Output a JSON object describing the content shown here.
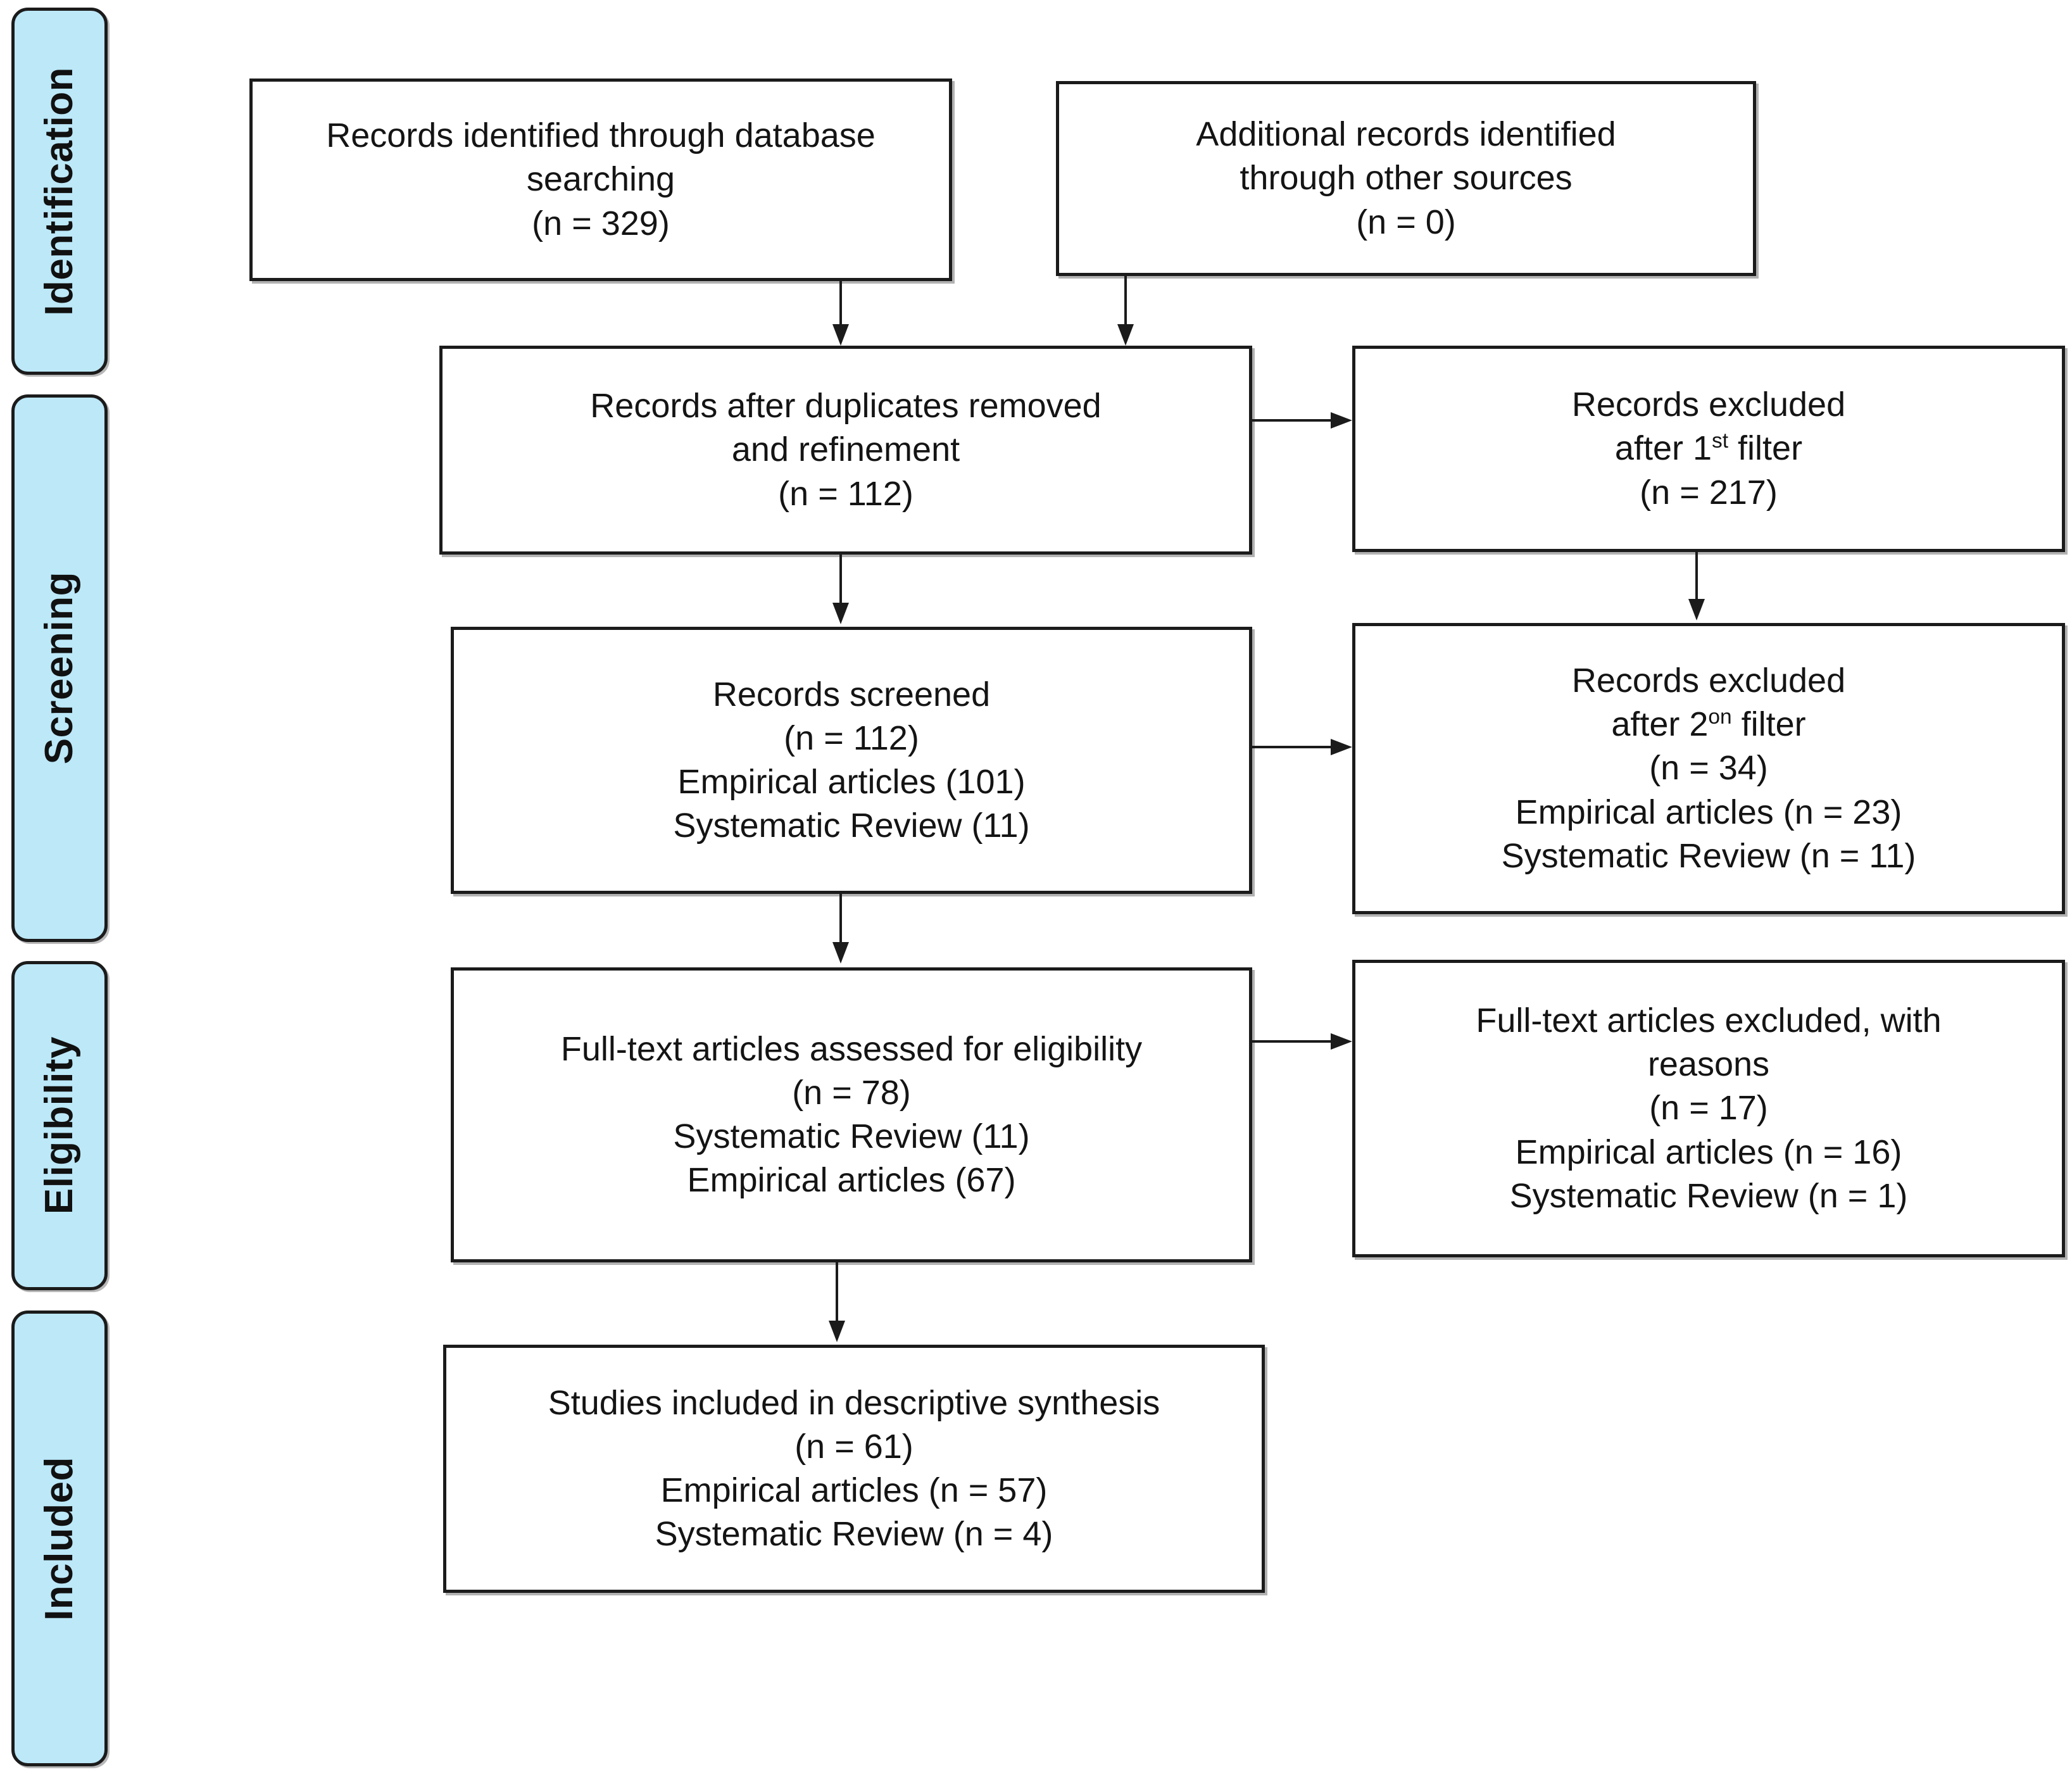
{
  "diagram": {
    "title": "PRISMA flow diagram",
    "type": "flowchart",
    "accent_color": "#bce8f8",
    "border_color": "#1b1b1b",
    "text_color": "#141414",
    "background_color": "#ffffff"
  },
  "phases": [
    {
      "id": "identification",
      "label": "Identification"
    },
    {
      "id": "screening",
      "label": "Screening"
    },
    {
      "id": "eligibility",
      "label": "Eligibility"
    },
    {
      "id": "included",
      "label": "Included"
    }
  ],
  "nodes": {
    "db_search": {
      "id": "records-identified-database",
      "lines": [
        "Records identified through database",
        "searching",
        "(n = 329)"
      ]
    },
    "other_sources": {
      "id": "additional-records-other-sources",
      "lines": [
        "Additional records identified",
        "through other sources",
        "(n = 0)"
      ]
    },
    "after_duplicates": {
      "id": "records-after-duplicates",
      "lines": [
        "Records after duplicates removed",
        "and refinement",
        "(n = 112)"
      ]
    },
    "excluded_first": {
      "id": "records-excluded-first-filter",
      "lines_html": [
        "Records excluded",
        "after 1<sup>st</sup> filter",
        "(n = 217)"
      ]
    },
    "records_screened": {
      "id": "records-screened",
      "lines": [
        "Records screened",
        "(n = 112)",
        "Empirical articles (101)",
        "Systematic Review (11)"
      ]
    },
    "excluded_second": {
      "id": "records-excluded-second-filter",
      "lines_html": [
        "Records excluded",
        "after 2<sup>on</sup> filter",
        "(n = 34)",
        "Empirical articles (n = 23)",
        "Systematic Review (n = 11)"
      ]
    },
    "fulltext_assessed": {
      "id": "full-text-assessed-eligibility",
      "lines": [
        "Full-text articles assessed for eligibility",
        "(n = 78)",
        "Systematic Review (11)",
        "Empirical articles (67)"
      ]
    },
    "fulltext_excluded": {
      "id": "full-text-excluded-with-reasons",
      "lines": [
        "Full-text articles excluded, with",
        "reasons",
        "(n = 17)",
        "Empirical articles (n = 16)",
        "Systematic Review (n = 1)"
      ]
    },
    "studies_included": {
      "id": "studies-included-descriptive-synthesis",
      "lines": [
        "Studies included in descriptive synthesis",
        "(n = 61)",
        "Empirical articles (n = 57)",
        "Systematic Review (n = 4)"
      ]
    }
  },
  "connections": [
    {
      "from": "db_search",
      "to": "after_duplicates",
      "direction": "down"
    },
    {
      "from": "other_sources",
      "to": "after_duplicates",
      "direction": "down"
    },
    {
      "from": "after_duplicates",
      "to": "excluded_first",
      "direction": "right"
    },
    {
      "from": "after_duplicates",
      "to": "records_screened",
      "direction": "down"
    },
    {
      "from": "excluded_first",
      "to": "excluded_second",
      "direction": "down"
    },
    {
      "from": "records_screened",
      "to": "excluded_second",
      "direction": "right"
    },
    {
      "from": "records_screened",
      "to": "fulltext_assessed",
      "direction": "down"
    },
    {
      "from": "fulltext_assessed",
      "to": "fulltext_excluded",
      "direction": "right"
    },
    {
      "from": "fulltext_assessed",
      "to": "studies_included",
      "direction": "down"
    }
  ]
}
